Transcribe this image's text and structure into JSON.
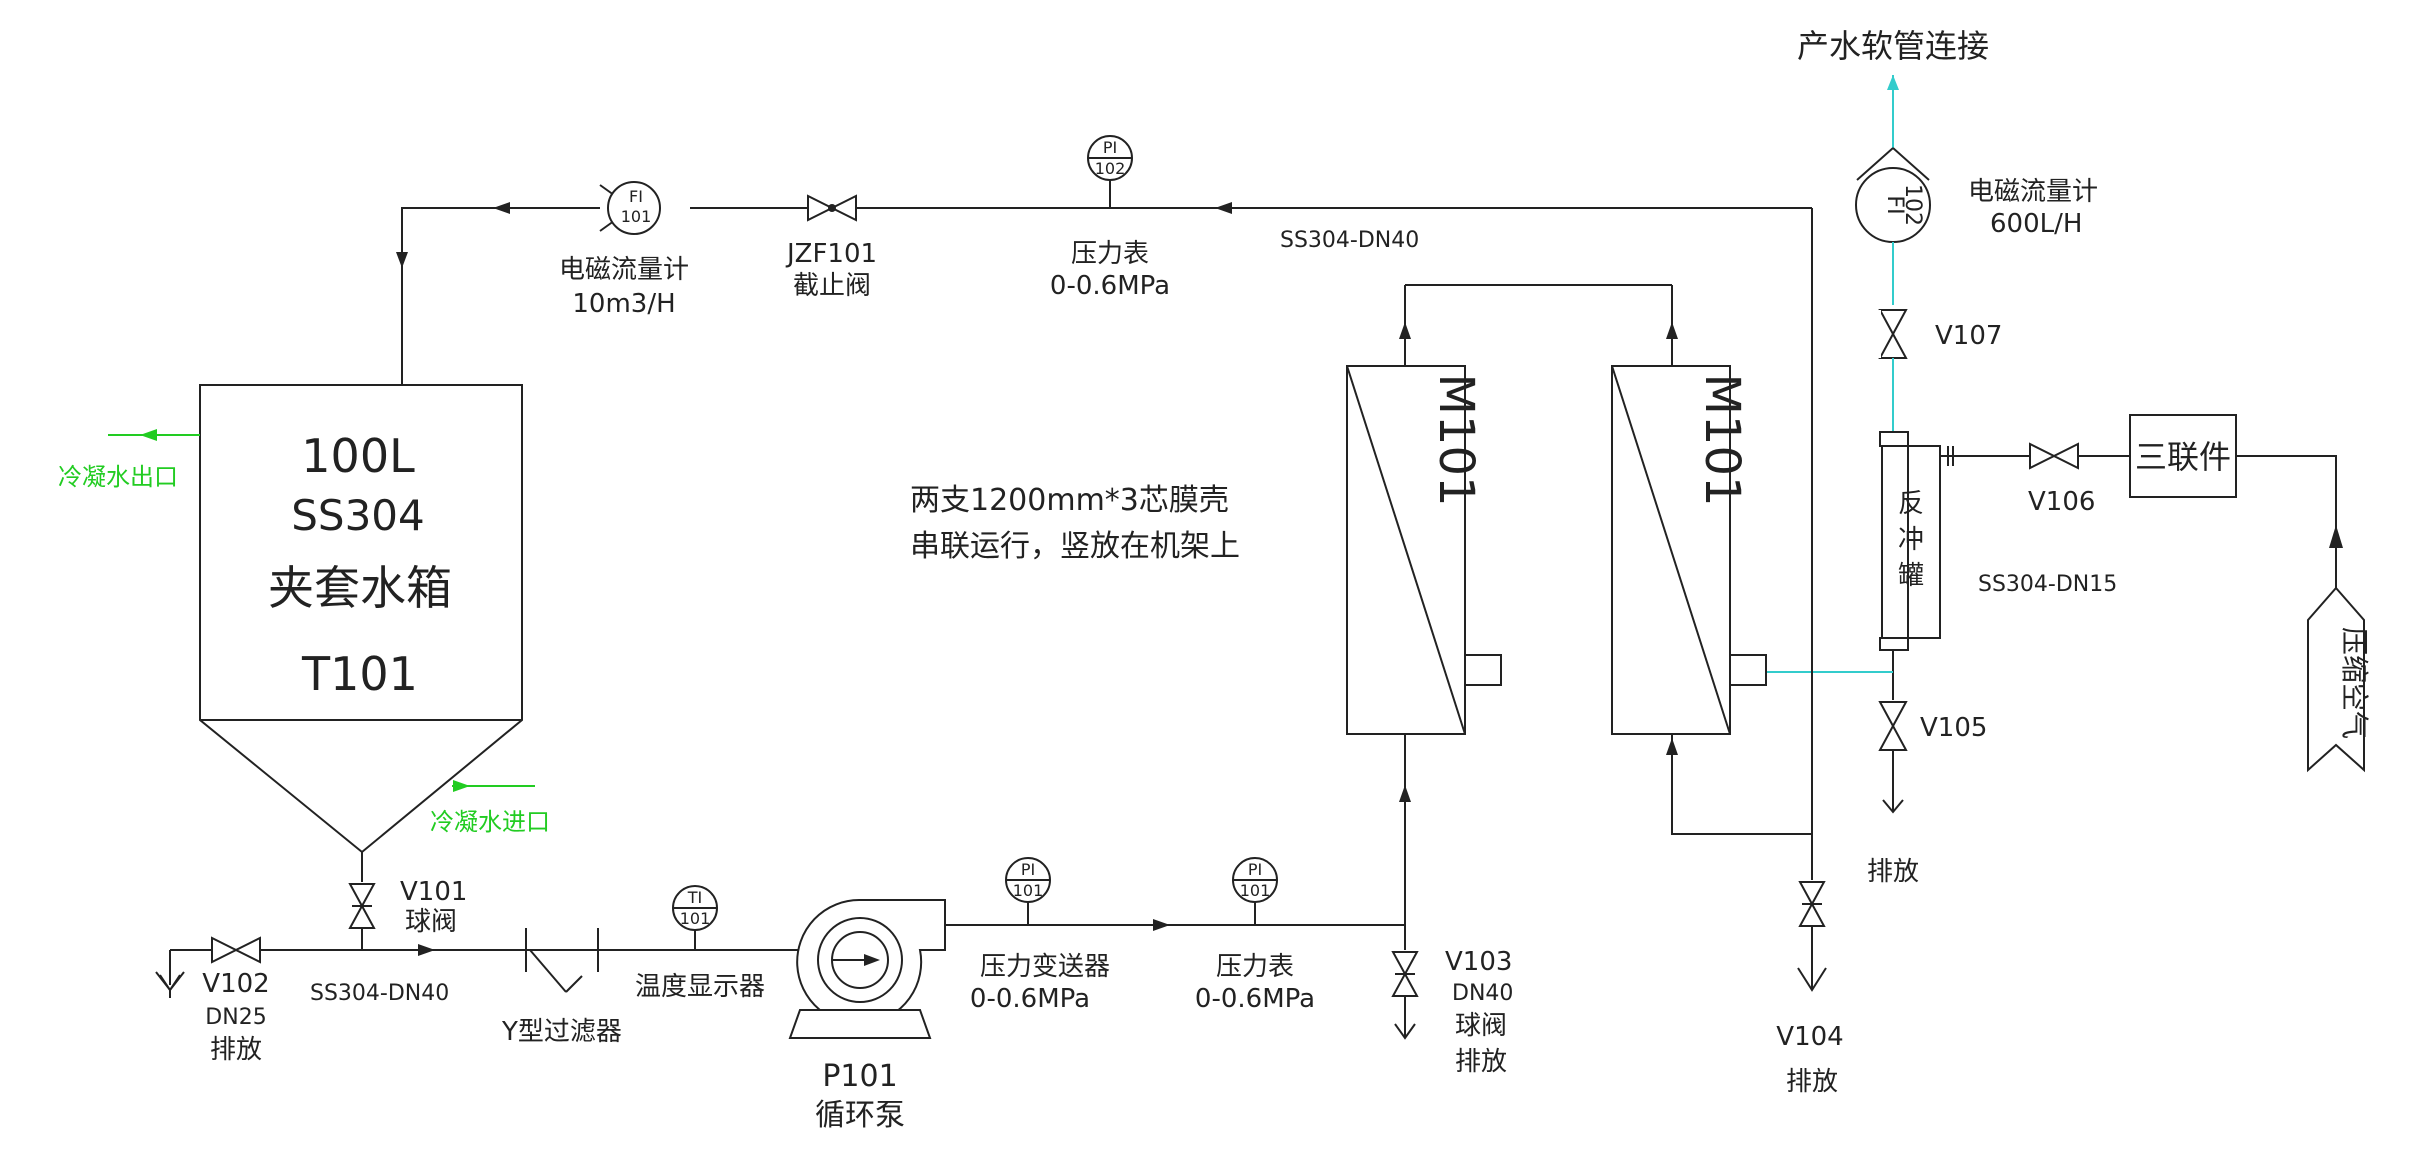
{
  "top_outlet": "产水软管连接",
  "tank": {
    "line1": "100L",
    "line2": "SS304",
    "line3": "夹套水箱",
    "line4": "T101"
  },
  "coolant": {
    "outlet": "冷凝水出口",
    "inlet": "冷凝水进口"
  },
  "fi101": {
    "tag1": "FI",
    "tag2": "101",
    "name": "电磁流量计",
    "range": "10m3/H"
  },
  "jzf101": {
    "tag": "JZF101",
    "name": "截止阀"
  },
  "pi102": {
    "tag1": "PI",
    "tag2": "102",
    "name": "压力表",
    "range": "0-0.6MPa"
  },
  "return_pipe": "SS304-DN40",
  "membranes": {
    "m1": "M101",
    "m2": "M101",
    "note1": "两支1200mm*3芯膜壳",
    "note2": "串联运行，竖放在机架上"
  },
  "fi102": {
    "tag1": "FI",
    "tag2": "102",
    "name": "电磁流量计",
    "range": "600L/H"
  },
  "v107": "V107",
  "backflush_tank": {
    "c1": "反",
    "c2": "冲",
    "c3": "罐"
  },
  "v106": "V106",
  "triple_unit": "三联件",
  "air_pipe": "SS304-DN15",
  "compressed_air": "压缩空气",
  "v105": "V105",
  "v105_drain": "排放",
  "v101": {
    "tag": "V101",
    "name": "球阀"
  },
  "v102": {
    "tag": "V102",
    "size": "DN25",
    "name": "排放"
  },
  "suction_pipe": "SS304-DN40",
  "y_filter": "Y型过滤器",
  "ti101": {
    "tag1": "TI",
    "tag2": "101",
    "name": "温度显示器"
  },
  "p101": {
    "tag": "P101",
    "name": "循环泵"
  },
  "pi101a": {
    "tag1": "PI",
    "tag2": "101",
    "name": "压力变送器",
    "range": "0-0.6MPa"
  },
  "pi101b": {
    "tag1": "PI",
    "tag2": "101",
    "name": "压力表",
    "range": "0-0.6MPa"
  },
  "v103": {
    "tag": "V103",
    "size": "DN40",
    "type": "球阀",
    "name": "排放"
  },
  "v104": {
    "tag": "V104",
    "name": "排放"
  }
}
